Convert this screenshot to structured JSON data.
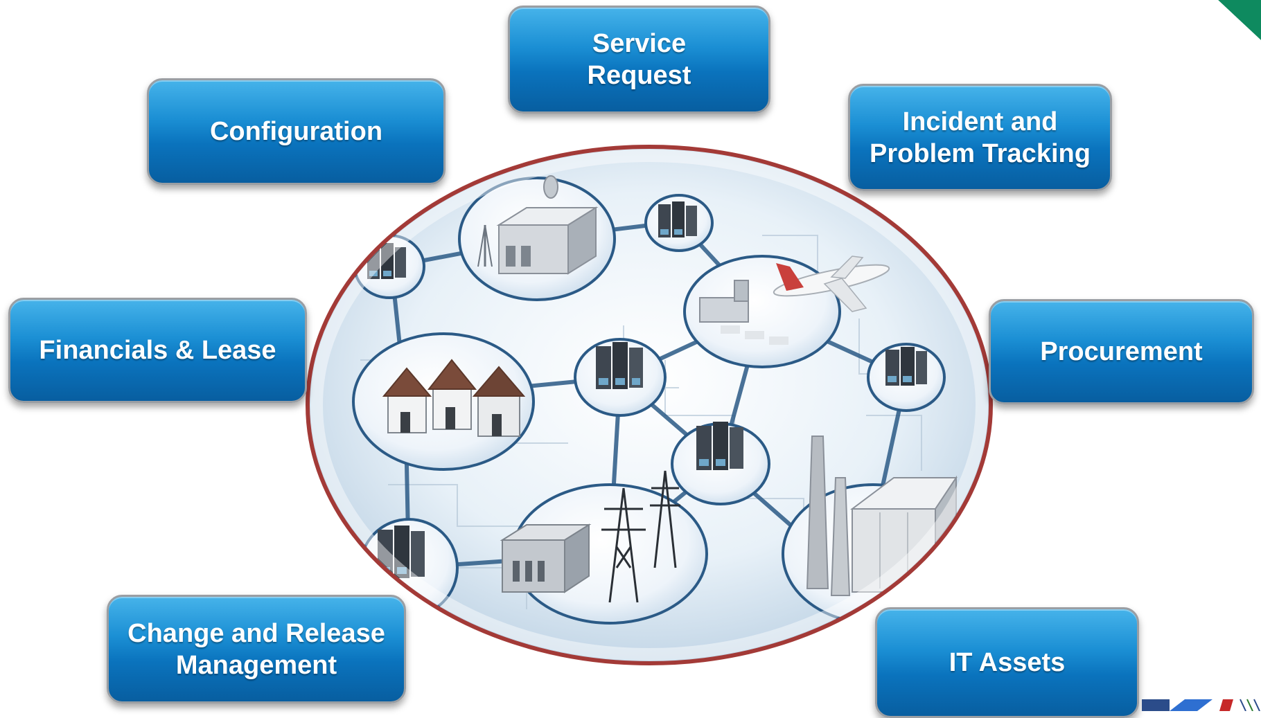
{
  "center_image": {
    "kind": "network-infrastructure-illustration"
  },
  "boxes": {
    "service_request": "Service\nRequest",
    "configuration": "Configuration",
    "incident": "Incident and\nProblem Tracking",
    "financials": "Financials & Lease",
    "procurement": "Procurement",
    "change": "Change and Release\nManagement",
    "it_assets": "IT Assets"
  },
  "colors": {
    "box_blue": "#0a73bd",
    "box_light": "#46b3ea",
    "ellipse_border": "#a33a37",
    "network_line": "#2b5a86",
    "corner_green": "#0e8a5f"
  }
}
